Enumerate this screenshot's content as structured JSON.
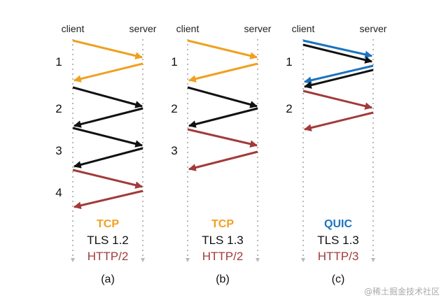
{
  "colors": {
    "tcp": "#f0a020",
    "tls": "#111111",
    "http": "#a33a3a",
    "quic": "#1a73c0",
    "timeline": "#b8b8b8"
  },
  "panels": [
    {
      "client_label": "client",
      "server_label": "server",
      "round_trips": [
        "1",
        "2",
        "3",
        "4"
      ],
      "transport": "TCP",
      "security": "TLS 1.2",
      "application": "HTTP/2",
      "caption": "(a)"
    },
    {
      "client_label": "client",
      "server_label": "server",
      "round_trips": [
        "1",
        "2",
        "3"
      ],
      "transport": "TCP",
      "security": "TLS 1.3",
      "application": "HTTP/2",
      "caption": "(b)"
    },
    {
      "client_label": "client",
      "server_label": "server",
      "round_trips": [
        "1",
        "2"
      ],
      "transport": "QUIC",
      "security": "TLS 1.3",
      "application": "HTTP/3",
      "caption": "(c)"
    }
  ],
  "watermark": "@稀土掘金技术社区"
}
